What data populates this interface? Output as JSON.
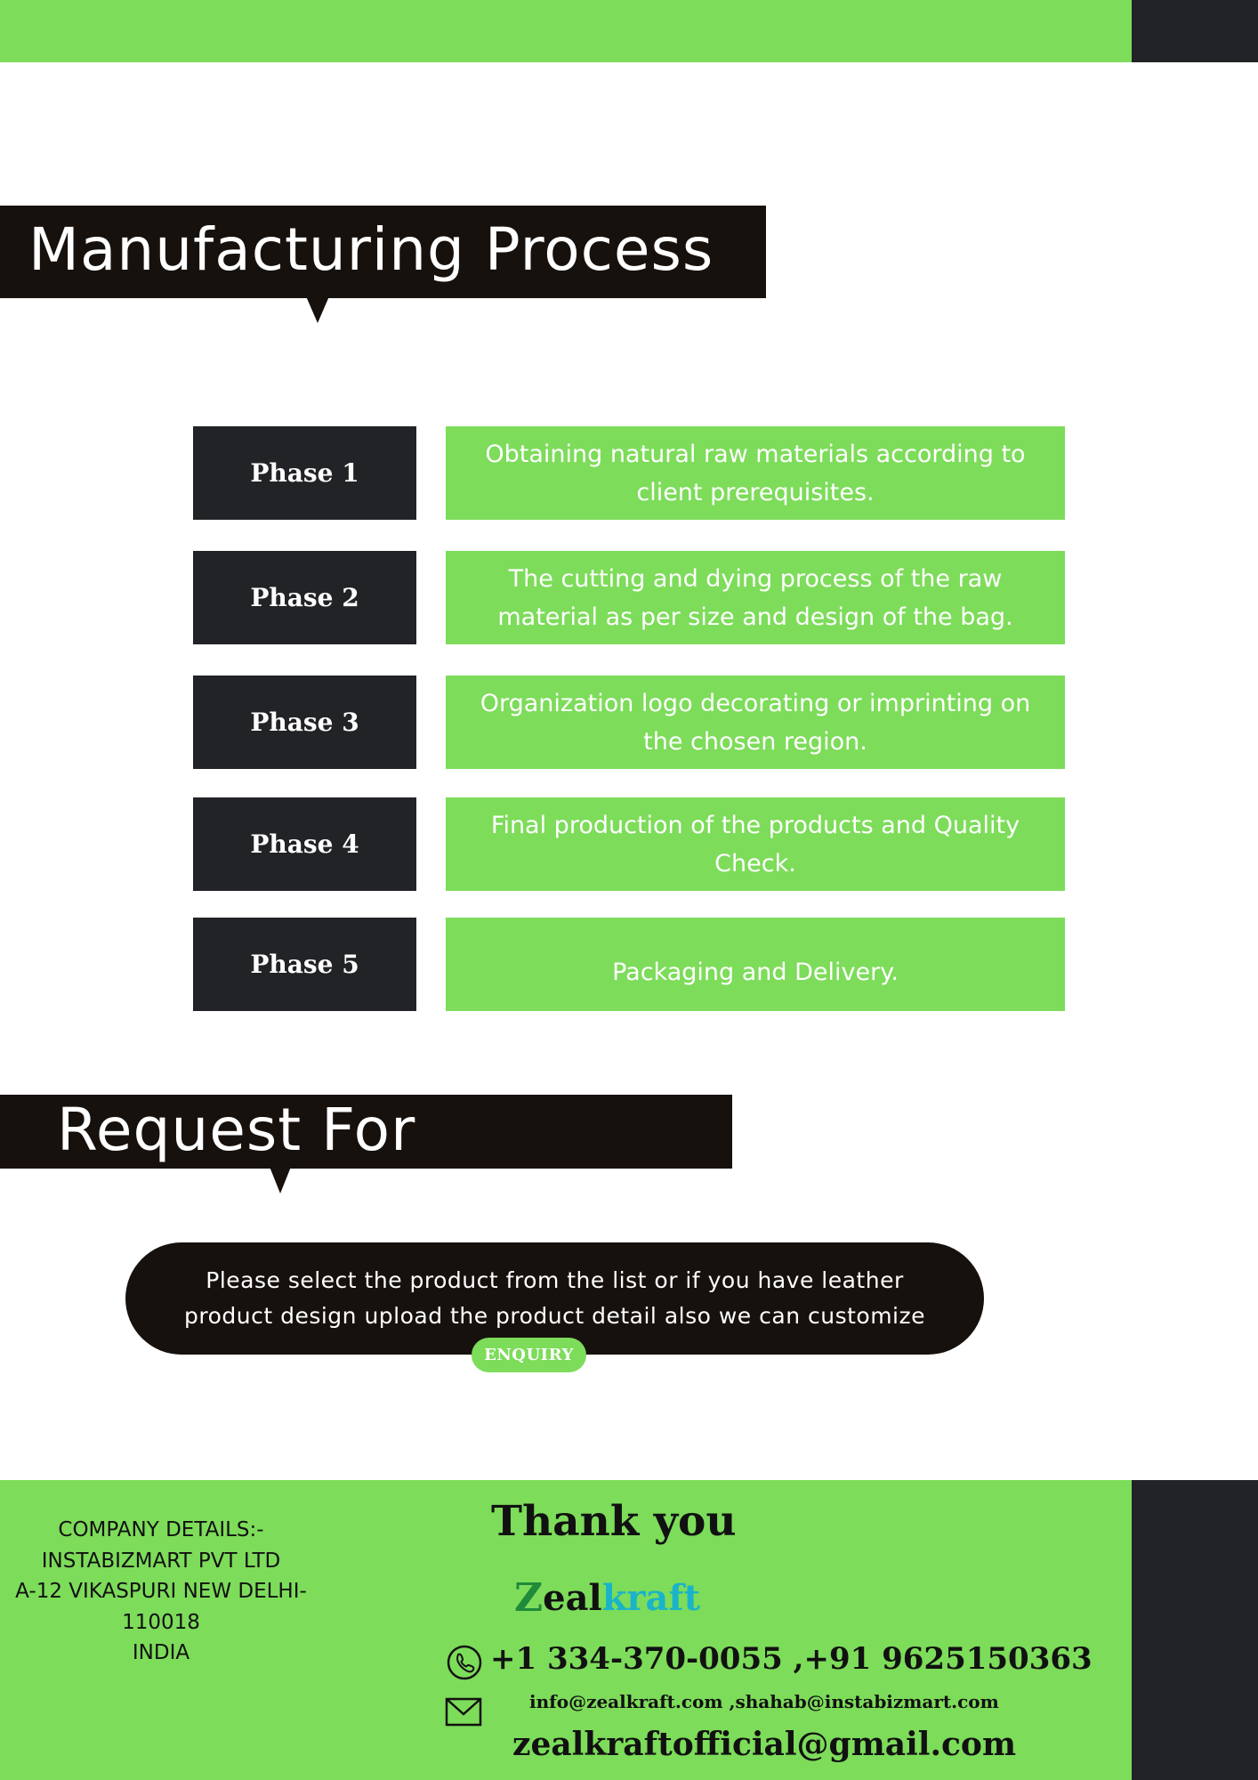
{
  "sections": {
    "manufacturing_title": "Manufacturing Process",
    "quotation_title": "Request For Quotation"
  },
  "phases": [
    {
      "label": "Phase 1",
      "description": "Obtaining natural raw materials according to client prerequisites."
    },
    {
      "label": "Phase 2",
      "description": "The cutting and dying process of the raw material as per size and design of the bag."
    },
    {
      "label": "Phase 3",
      "description": "Organization logo decorating or imprinting on the chosen region."
    },
    {
      "label": "Phase 4",
      "description": "Final production of the products and Quality Check."
    },
    {
      "label": "Phase 5",
      "description": "Packaging and Delivery."
    }
  ],
  "quotation": {
    "line1": "Please select the product from the list or if you have leather",
    "line2": "product design upload the product detail also we can customize",
    "button_label": "ENQUIRY"
  },
  "footer": {
    "company_lines": [
      "COMPANY DETAILS:-",
      "INSTABIZMART PVT LTD",
      "A-12 VIKASPURI NEW DELHI-",
      "110018",
      "INDIA"
    ],
    "thank_you": "Thank you",
    "logo": {
      "z": "Z",
      "eal": "eal",
      "kraft": "kraft"
    },
    "phone": "+1 334-370-0055 ,+91 9625150363",
    "emails": "info@zealkraft.com ,shahab@instabizmart.com",
    "gmail": "zealkraftofficial@gmail.com",
    "phone_icon": "phone-icon",
    "mail_icon": "mail-icon"
  },
  "colors": {
    "accent_green": "#7ddc5a",
    "dark": "#222326",
    "banner_black": "#17110d",
    "logo_green": "#1f8a3a",
    "logo_teal": "#1ab3c9"
  }
}
